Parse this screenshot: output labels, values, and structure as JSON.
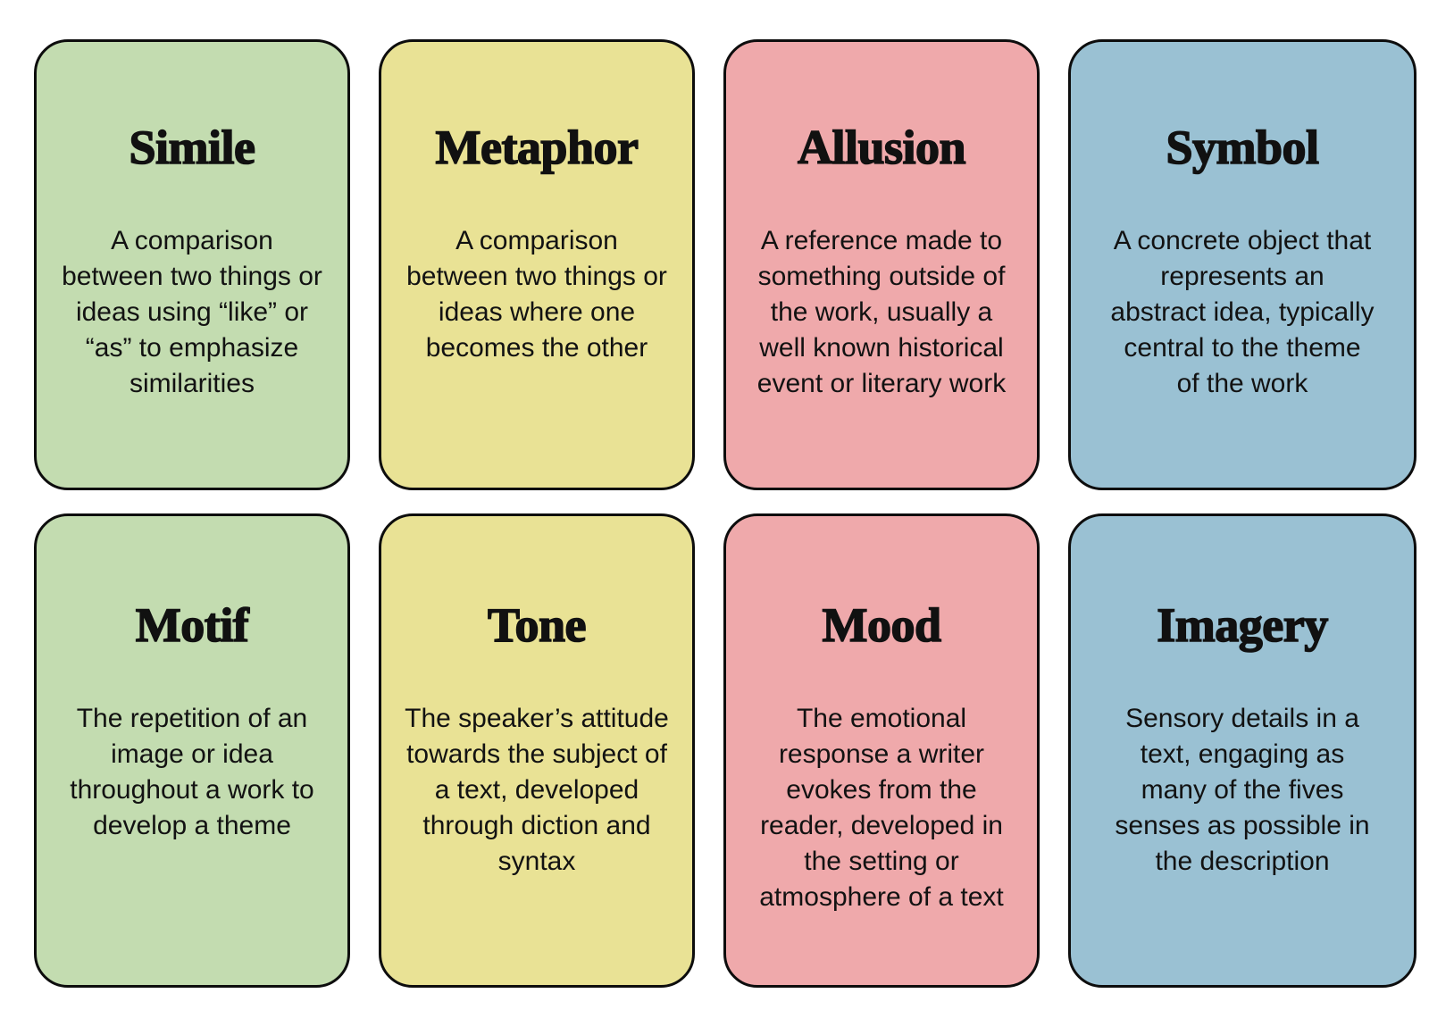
{
  "colors": {
    "green": "#c3dcb0",
    "yellow": "#e9e295",
    "pink": "#efa9ab",
    "blue": "#9ac1d3",
    "border": "#0d0d0d",
    "text": "#121212",
    "background": "#ffffff"
  },
  "cards": [
    {
      "title": "Simile",
      "body": "A comparison between two things or ideas using “like” or “as” to emphasize similarities",
      "color": "green",
      "row": 1,
      "column": 1
    },
    {
      "title": "Metaphor",
      "body": "A comparison between two things or ideas where one becomes the other",
      "color": "yellow",
      "row": 1,
      "column": 2
    },
    {
      "title": "Allusion",
      "body": "A reference made to something outside of the work, usually a well known historical event or literary work",
      "color": "pink",
      "row": 1,
      "column": 3
    },
    {
      "title": "Symbol",
      "body": "A concrete object that represents an abstract idea, typically central to the theme of the work",
      "color": "blue",
      "row": 1,
      "column": 4
    },
    {
      "title": "Motif",
      "body": "The repetition of an image or idea throughout a work to develop a theme",
      "color": "green",
      "row": 2,
      "column": 1
    },
    {
      "title": "Tone",
      "body": "The speaker’s attitude towards the subject of a text, developed through diction and syntax",
      "color": "yellow",
      "row": 2,
      "column": 2
    },
    {
      "title": "Mood",
      "body": "The emotional response a writer evokes from the reader, developed in the setting or atmosphere of a text",
      "color": "pink",
      "row": 2,
      "column": 3
    },
    {
      "title": "Imagery",
      "body": "Sensory details in a text, engaging as many of the fives senses as possible in the description",
      "color": "blue",
      "row": 2,
      "column": 4
    }
  ]
}
